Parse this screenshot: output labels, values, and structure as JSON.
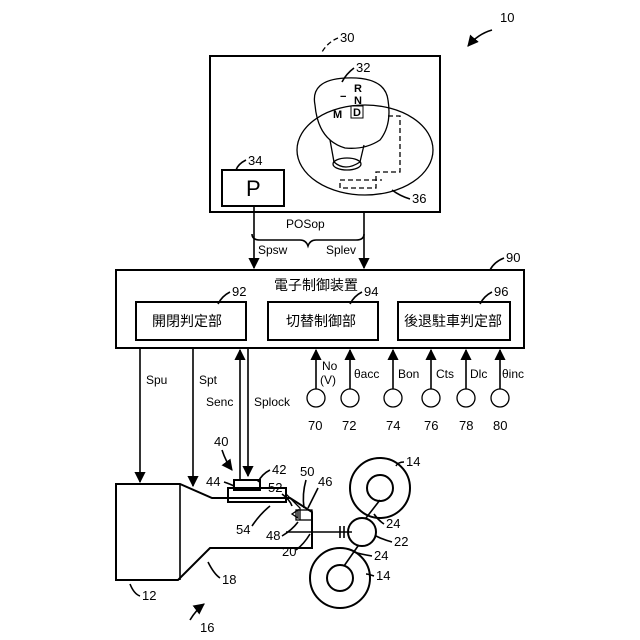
{
  "refs": {
    "system": "10",
    "shift_unit": "30",
    "shift_lever": "32",
    "p_switch": "34",
    "shift_gate": "36",
    "ecu": "90",
    "open_close_unit": "92",
    "switching_unit": "94",
    "reverse_park_unit": "96",
    "sensor_no": "70",
    "sensor_accel": "72",
    "sensor_brake": "74",
    "sensor_coolant": "76",
    "sensor_decel": "78",
    "sensor_incline": "80",
    "actuator": "40",
    "motor": "42",
    "encoder": "44",
    "parking_lock": "46",
    "lock_pawl": "48",
    "park_gear": "50",
    "cam": "52",
    "rod": "54",
    "engine": "12",
    "wheel_top": "14",
    "wheel_bottom": "14",
    "transmission": "18",
    "output_shaft": "20",
    "differential": "22",
    "axle_top": "24",
    "axle_bottom": "24",
    "powertrain": "16"
  },
  "labels": {
    "ecu_title": "電子制御装置",
    "unit_92": "開閉判定部",
    "unit_94": "切替制御部",
    "unit_96": "後退駐車判定部",
    "p_button": "P"
  },
  "gear_letters": [
    "R",
    "N",
    "D",
    "M"
  ],
  "gear_minus": "−",
  "signals": {
    "posop": "POSop",
    "spsw": "Spsw",
    "splev": "Splev",
    "spu": "Spu",
    "spt": "Spt",
    "senc": "Senc",
    "splock": "Splock",
    "no": "No",
    "no_unit": "(V)",
    "theta_acc": "θacc",
    "bon": "Bon",
    "cts": "Cts",
    "dlc": "Dlc",
    "theta_inc": "θinc"
  }
}
